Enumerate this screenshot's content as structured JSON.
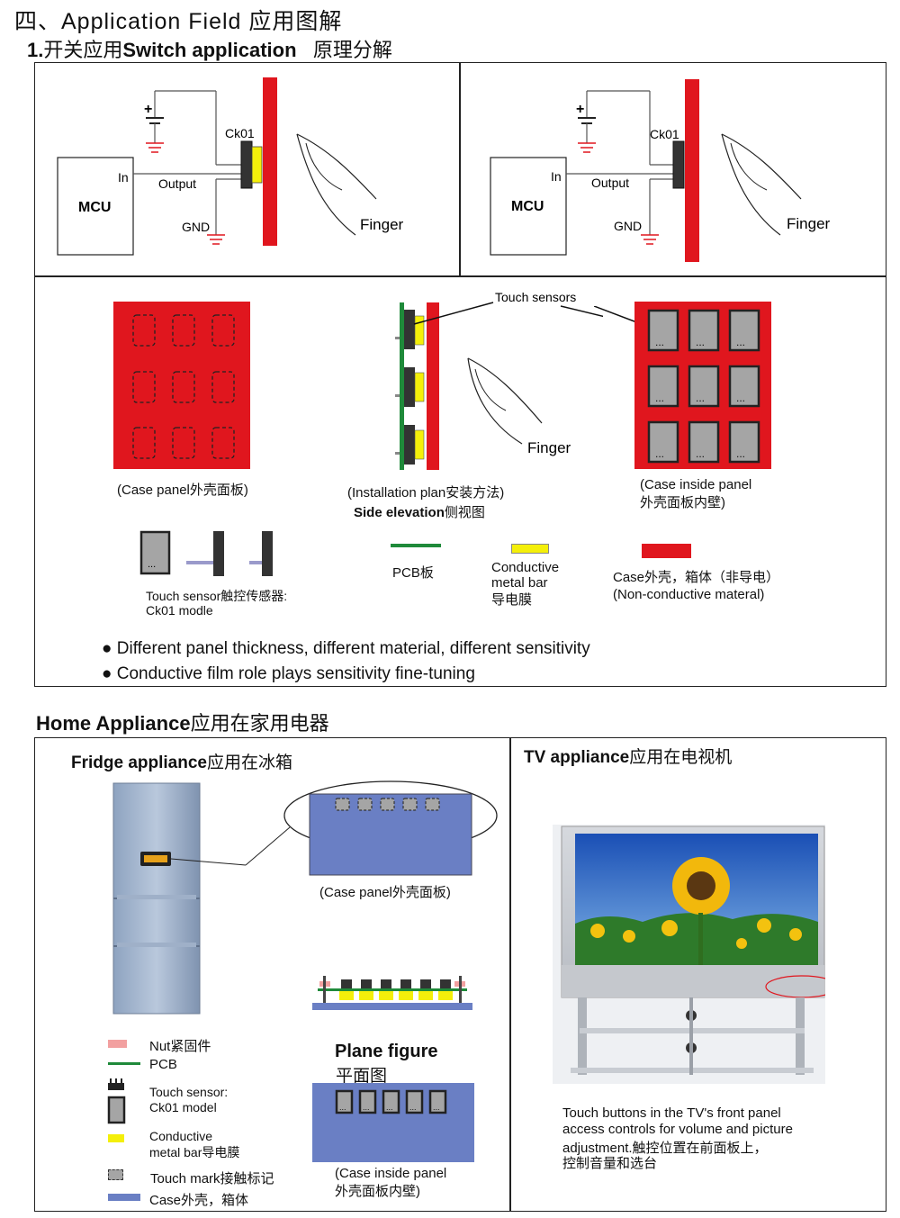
{
  "header": {
    "title": "四、Application Field  应用图解",
    "subtitle_num": "1.",
    "subtitle_cn": "开关应用",
    "subtitle_en": "Switch application",
    "subtitle_tail": "原理分解"
  },
  "circuit": {
    "plus": "+",
    "ck": "Ck01",
    "in": "In",
    "output": "Output",
    "mcu": "MCU",
    "gnd": "GND",
    "finger": "Finger"
  },
  "installation": {
    "touch_sensors": "Touch sensors",
    "finger": "Finger",
    "case_panel": "(Case  panel外壳面板)",
    "install_plan": "(Installation plan安装方法)",
    "side_elev_en": "Side elevation",
    "side_elev_cn": "侧视图",
    "case_inside_1": "(Case inside panel",
    "case_inside_2": "外壳面板内壁)",
    "sensor_dots": "..."
  },
  "legend_top": {
    "touch_sensor_1": "Touch sensor触控传感器:",
    "touch_sensor_2": "Ck01  modle",
    "pcb": "PCB板",
    "conductive_1": "Conductive",
    "conductive_2": "metal bar",
    "conductive_3": "导电膜",
    "case_1": "Case外壳，箱体（非导电）",
    "case_2": "(Non-conductive materal)"
  },
  "bullets": [
    "Different panel thickness, different material, different sensitivity",
    "Conductive film role plays sensitivity fine-tuning"
  ],
  "home": {
    "title_en": "Home Appliance",
    "title_cn": "应用在家用电器",
    "fridge_en": "Fridge appliance",
    "fridge_cn": "应用在冰箱",
    "tv_en": "TV appliance",
    "tv_cn": "应用在电视机",
    "case_panel": "(Case panel外壳面板)",
    "plane_en": "Plane figure",
    "plane_cn": "平面图",
    "case_inside_1": "(Case inside panel",
    "case_inside_2": "外壳面板内壁)",
    "tv_text_1": "Touch buttons in the TV's front panel",
    "tv_text_2": "access controls for volume and picture",
    "tv_text_3": "adjustment.触控位置在前面板上，",
    "tv_text_4": "控制音量和选台"
  },
  "legend_bottom": {
    "nut": "Nut紧固件",
    "pcb": "PCB",
    "sensor_1": "Touch sensor:",
    "sensor_2": "Ck01 model",
    "conductive_1": "Conductive",
    "conductive_2": "metal bar导电膜",
    "touch_mark": "Touch mark接触标记",
    "case": "Case外壳，箱体"
  },
  "colors": {
    "red": "#e0161e",
    "yellow": "#f4ef0a",
    "green": "#1f8a3a",
    "blue": "#6a7fc4",
    "sensor_gray": "#a5a5a5",
    "nut_pink": "#f2a0a0"
  }
}
